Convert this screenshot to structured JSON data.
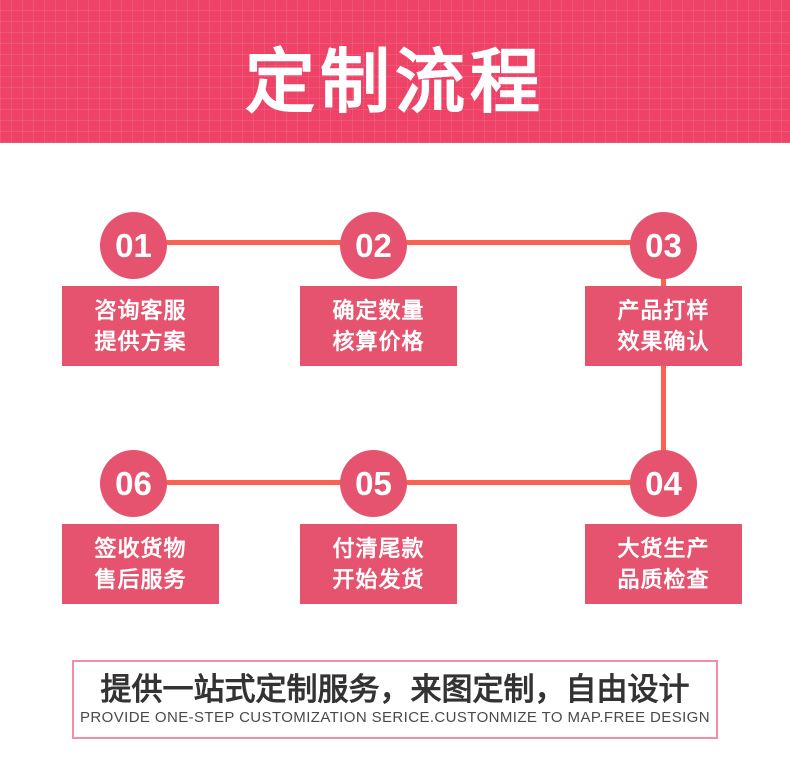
{
  "header": {
    "title": "定制流程",
    "bg_color": "#ee4366",
    "text_color": "#ffffff"
  },
  "flow": {
    "step_color": "#e6536f",
    "connector_color": "#fb6050",
    "steps": [
      {
        "number": "01",
        "line1": "咨询客服",
        "line2": "提供方案"
      },
      {
        "number": "02",
        "line1": "确定数量",
        "line2": "核算价格"
      },
      {
        "number": "03",
        "line1": "产品打样",
        "line2": "效果确认"
      },
      {
        "number": "04",
        "line1": "大货生产",
        "line2": "品质检查"
      },
      {
        "number": "05",
        "line1": "付清尾款",
        "line2": "开始发货"
      },
      {
        "number": "06",
        "line1": "签收货物",
        "line2": "售后服务"
      }
    ]
  },
  "footer": {
    "headline": "提供一站式定制服务，来图定制，自由设计",
    "subline": "PROVIDE ONE-STEP CUSTOMIZATION SERICE.CUSTONMIZE TO MAP.FREE DESIGN",
    "border_color": "#f58ba4",
    "headline_color": "#333333",
    "subline_color": "#4a4a4a"
  }
}
